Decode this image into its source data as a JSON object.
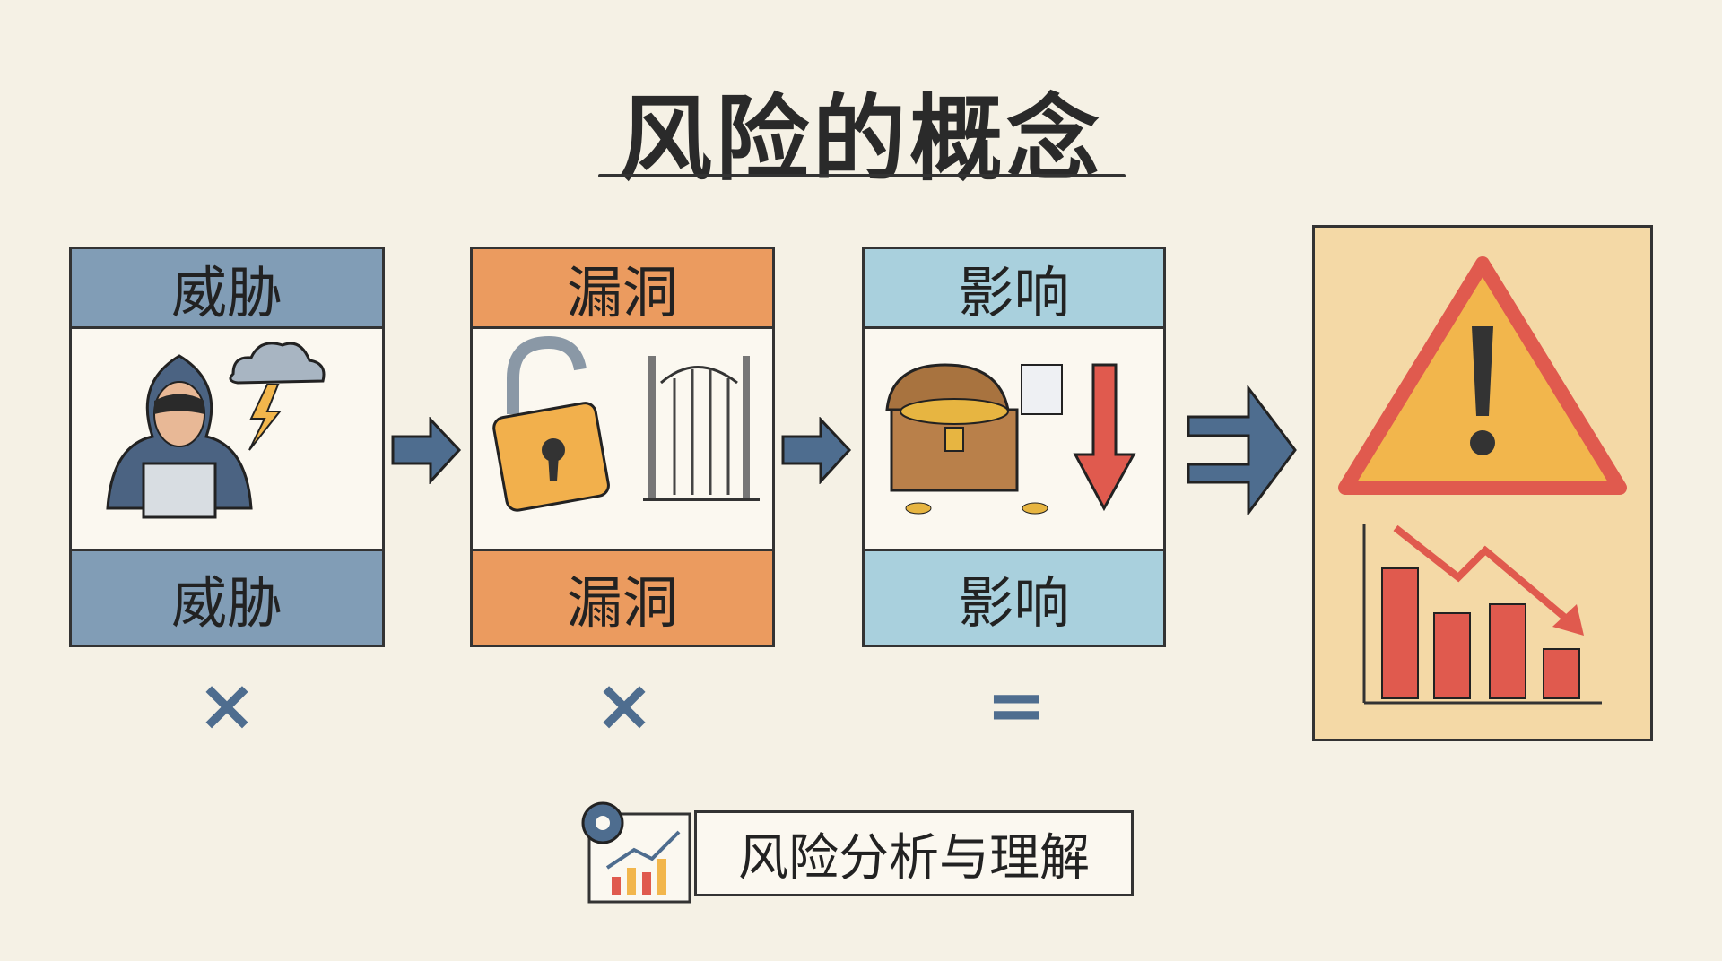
{
  "title": "风险的概念",
  "cards": [
    {
      "header": "威胁",
      "footer": "威胁",
      "icon": "hacker-storm-icon",
      "color": "#819db6"
    },
    {
      "header": "漏洞",
      "footer": "漏洞",
      "icon": "broken-lock-icon",
      "color": "#eb9b5f"
    },
    {
      "header": "影响",
      "footer": "影响",
      "icon": "treasure-loss-icon",
      "color": "#a9d0dd"
    }
  ],
  "operators": [
    "×",
    "×",
    "="
  ],
  "result_icon": "warning-chart-icon",
  "summary": {
    "label": "风险分析与理解",
    "icon": "gear-chart-icon"
  },
  "colors": {
    "background": "#f5f1e5",
    "arrow": "#4e6d8f",
    "warning_red": "#e05a4e",
    "warning_yellow": "#f2b64c",
    "result_fill": "#f4d9a6"
  }
}
